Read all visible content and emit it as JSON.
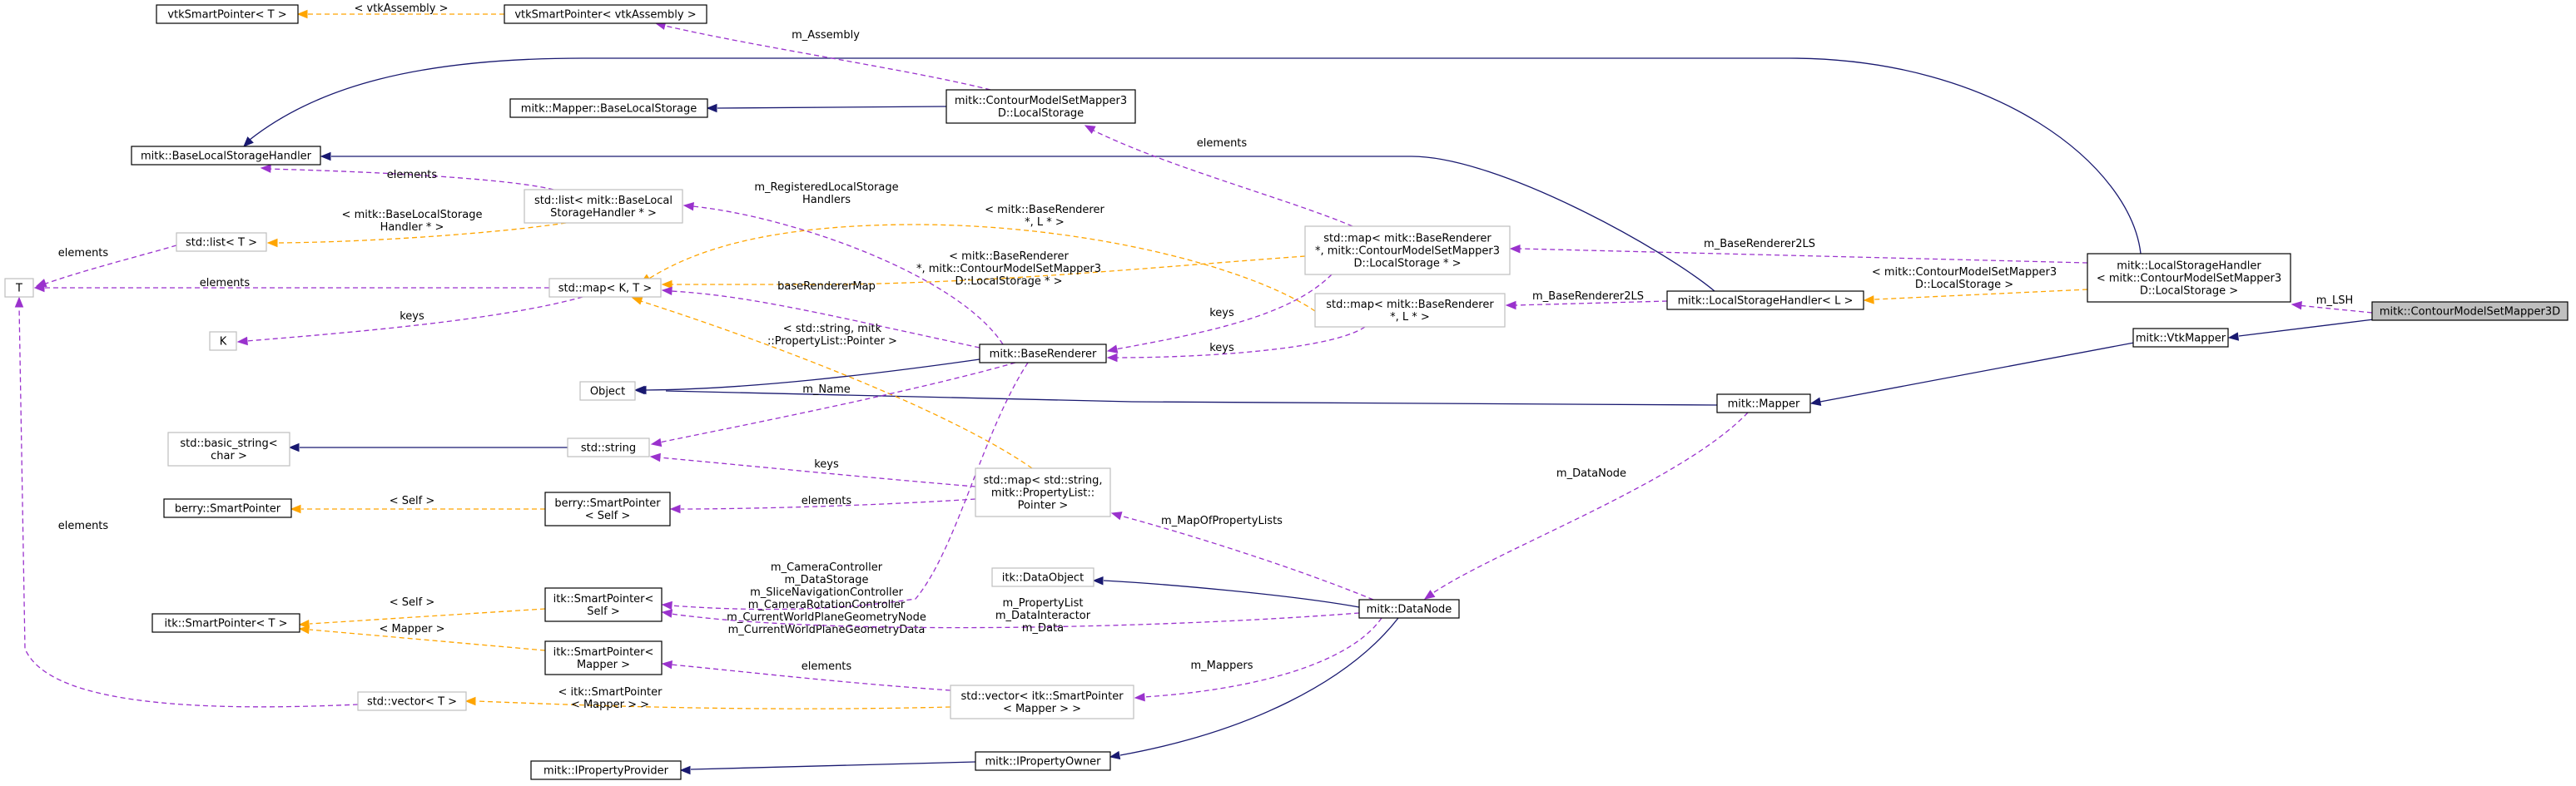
{
  "colors": {
    "inheritance": "#191970",
    "usage": "#9a32cd",
    "template": "#ffa500",
    "focus_fill": "#bfbfbf",
    "node_border": "#000000",
    "ghost_border": "#bfbfbf"
  },
  "nodes": [
    {
      "id": "main",
      "lines": [
        "mitk::ContourModelSetMapper3D"
      ],
      "style": "focus"
    },
    {
      "id": "lsh_cms",
      "lines": [
        "mitk::LocalStorageHandler",
        "< mitk::ContourModelSetMapper3",
        "D::LocalStorage >"
      ],
      "style": "solid"
    },
    {
      "id": "vtkmapper",
      "lines": [
        "mitk::VtkMapper"
      ],
      "style": "solid"
    },
    {
      "id": "lsh_l",
      "lines": [
        "mitk::LocalStorageHandler< L >"
      ],
      "style": "solid"
    },
    {
      "id": "mapper",
      "lines": [
        "mitk::Mapper"
      ],
      "style": "solid"
    },
    {
      "id": "datanode",
      "lines": [
        "mitk::DataNode"
      ],
      "style": "solid"
    },
    {
      "id": "map_br_ls",
      "lines": [
        "std::map< mitk::BaseRenderer",
        "*, mitk::ContourModelSetMapper3",
        "D::LocalStorage * >"
      ],
      "style": "ghost"
    },
    {
      "id": "map_br_l",
      "lines": [
        "std::map< mitk::BaseRenderer",
        "*, L * >"
      ],
      "style": "ghost"
    },
    {
      "id": "cms_ls",
      "lines": [
        "mitk::ContourModelSetMapper3",
        "D::LocalStorage"
      ],
      "style": "solid"
    },
    {
      "id": "vtksp_asm",
      "lines": [
        "vtkSmartPointer< vtkAssembly >"
      ],
      "style": "solid"
    },
    {
      "id": "vtksp_t",
      "lines": [
        "vtkSmartPointer< T >"
      ],
      "style": "solid"
    },
    {
      "id": "mapper_bls",
      "lines": [
        "mitk::Mapper::BaseLocalStorage"
      ],
      "style": "solid"
    },
    {
      "id": "blsh",
      "lines": [
        "mitk::BaseLocalStorageHandler"
      ],
      "style": "solid"
    },
    {
      "id": "list_blsh",
      "lines": [
        "std::list< mitk::BaseLocal",
        "StorageHandler * >"
      ],
      "style": "ghost"
    },
    {
      "id": "list_t",
      "lines": [
        "std::list< T >"
      ],
      "style": "ghost"
    },
    {
      "id": "T",
      "lines": [
        "T"
      ],
      "style": "ghost"
    },
    {
      "id": "map_kt",
      "lines": [
        "std::map< K, T >"
      ],
      "style": "ghost"
    },
    {
      "id": "K",
      "lines": [
        "K"
      ],
      "style": "ghost"
    },
    {
      "id": "baserenderer",
      "lines": [
        "mitk::BaseRenderer"
      ],
      "style": "solid"
    },
    {
      "id": "object",
      "lines": [
        "Object"
      ],
      "style": "ghost"
    },
    {
      "id": "basic_string",
      "lines": [
        "std::basic_string<",
        "char >"
      ],
      "style": "ghost"
    },
    {
      "id": "string",
      "lines": [
        "std::string"
      ],
      "style": "ghost"
    },
    {
      "id": "berry_sp",
      "lines": [
        "berry::SmartPointer"
      ],
      "style": "solid"
    },
    {
      "id": "berry_sp_self",
      "lines": [
        "berry::SmartPointer",
        "< Self >"
      ],
      "style": "solid"
    },
    {
      "id": "map_plist",
      "lines": [
        "std::map< std::string,",
        "mitk::PropertyList::",
        "Pointer >"
      ],
      "style": "ghost"
    },
    {
      "id": "itk_dataobj",
      "lines": [
        "itk::DataObject"
      ],
      "style": "ghost"
    },
    {
      "id": "itksp_self",
      "lines": [
        "itk::SmartPointer<",
        "Self >"
      ],
      "style": "solid"
    },
    {
      "id": "itksp_t",
      "lines": [
        "itk::SmartPointer< T >"
      ],
      "style": "solid"
    },
    {
      "id": "itksp_mapper",
      "lines": [
        "itk::SmartPointer<",
        "Mapper >"
      ],
      "style": "solid"
    },
    {
      "id": "vector_t",
      "lines": [
        "std::vector< T >"
      ],
      "style": "ghost"
    },
    {
      "id": "vector_itksp",
      "lines": [
        "std::vector< itk::SmartPointer",
        "< Mapper > >"
      ],
      "style": "ghost"
    },
    {
      "id": "iprop_owner",
      "lines": [
        "mitk::IPropertyOwner"
      ],
      "style": "solid"
    },
    {
      "id": "iprop_provider",
      "lines": [
        "mitk::IPropertyProvider"
      ],
      "style": "solid"
    }
  ],
  "edges": [
    {
      "id": "e1",
      "kind": "usage",
      "labels": [
        "m_LSH"
      ]
    },
    {
      "id": "e2",
      "kind": "inheritance",
      "labels": []
    },
    {
      "id": "e3",
      "kind": "inheritance",
      "labels": []
    },
    {
      "id": "e4",
      "kind": "usage",
      "labels": [
        "m_BaseRenderer2LS"
      ]
    },
    {
      "id": "e5",
      "kind": "template",
      "labels": [
        "< mitk::ContourModelSetMapper3",
        "D::LocalStorage >"
      ]
    },
    {
      "id": "e6",
      "kind": "inheritance",
      "labels": []
    },
    {
      "id": "e7",
      "kind": "usage",
      "labels": [
        "m_BaseRenderer2LS"
      ]
    },
    {
      "id": "e8",
      "kind": "inheritance",
      "labels": []
    },
    {
      "id": "e9",
      "kind": "usage",
      "labels": [
        "m_DataNode"
      ]
    },
    {
      "id": "e10",
      "kind": "inheritance",
      "labels": []
    },
    {
      "id": "e11",
      "kind": "inheritance",
      "labels": []
    },
    {
      "id": "e12",
      "kind": "usage",
      "labels": [
        "elements"
      ]
    },
    {
      "id": "e13",
      "kind": "usage",
      "labels": [
        "m_Assembly"
      ]
    },
    {
      "id": "e14",
      "kind": "template",
      "labels": [
        "< vtkAssembly >"
      ]
    },
    {
      "id": "e15",
      "kind": "usage",
      "labels": [
        "keys"
      ]
    },
    {
      "id": "e16",
      "kind": "usage",
      "labels": [
        "keys"
      ]
    },
    {
      "id": "e17",
      "kind": "usage",
      "labels": [
        "m_RegisteredLocalStorage",
        "Handlers"
      ]
    },
    {
      "id": "e18",
      "kind": "usage",
      "labels": [
        "elements"
      ]
    },
    {
      "id": "e19",
      "kind": "template",
      "labels": [
        "< mitk::BaseLocalStorage",
        "Handler * >"
      ]
    },
    {
      "id": "e20",
      "kind": "usage",
      "labels": [
        "elements"
      ]
    },
    {
      "id": "e21",
      "kind": "usage",
      "labels": [
        "elements"
      ]
    },
    {
      "id": "e22",
      "kind": "usage",
      "labels": [
        "keys"
      ]
    },
    {
      "id": "e23",
      "kind": "template",
      "labels": [
        "< mitk::BaseRenderer",
        "*, L * >"
      ]
    },
    {
      "id": "e24",
      "kind": "template",
      "labels": [
        "< mitk::BaseRenderer",
        "*, mitk::ContourModelSetMapper3",
        "D::LocalStorage * >"
      ]
    },
    {
      "id": "e25",
      "kind": "template",
      "labels": [
        "< std::string, mitk",
        "::PropertyList::Pointer >"
      ]
    },
    {
      "id": "e26",
      "kind": "usage",
      "labels": [
        "baseRendererMap"
      ]
    },
    {
      "id": "e27",
      "kind": "inheritance",
      "labels": []
    },
    {
      "id": "e28",
      "kind": "usage",
      "labels": [
        "m_Name"
      ]
    },
    {
      "id": "e29",
      "kind": "inheritance",
      "labels": []
    },
    {
      "id": "e30",
      "kind": "usage",
      "labels": [
        "keys"
      ]
    },
    {
      "id": "e31",
      "kind": "usage",
      "labels": [
        "elements"
      ]
    },
    {
      "id": "e32",
      "kind": "template",
      "labels": [
        "< Self >"
      ]
    },
    {
      "id": "e33",
      "kind": "usage",
      "labels": [
        "m_MapOfPropertyLists"
      ]
    },
    {
      "id": "e34",
      "kind": "inheritance",
      "labels": []
    },
    {
      "id": "e35",
      "kind": "usage",
      "labels": [
        "m_CameraController",
        "m_DataStorage",
        "m_SliceNavigationController",
        "m_CameraRotationController",
        "m_CurrentWorldPlaneGeometryNode",
        "m_CurrentWorldPlaneGeometryData"
      ]
    },
    {
      "id": "e36",
      "kind": "usage",
      "labels": [
        "m_PropertyList",
        "m_DataInteractor",
        "m_Data"
      ]
    },
    {
      "id": "e37",
      "kind": "template",
      "labels": [
        "< Self >"
      ]
    },
    {
      "id": "e38",
      "kind": "template",
      "labels": [
        "< Mapper >"
      ]
    },
    {
      "id": "e39",
      "kind": "usage",
      "labels": [
        "elements"
      ]
    },
    {
      "id": "e40",
      "kind": "usage",
      "labels": [
        "m_Mappers"
      ]
    },
    {
      "id": "e41",
      "kind": "template",
      "labels": [
        "< itk::SmartPointer",
        "< Mapper > >"
      ]
    },
    {
      "id": "e42",
      "kind": "usage",
      "labels": [
        "elements"
      ]
    },
    {
      "id": "e43",
      "kind": "inheritance",
      "labels": []
    },
    {
      "id": "e44",
      "kind": "inheritance",
      "labels": []
    }
  ]
}
